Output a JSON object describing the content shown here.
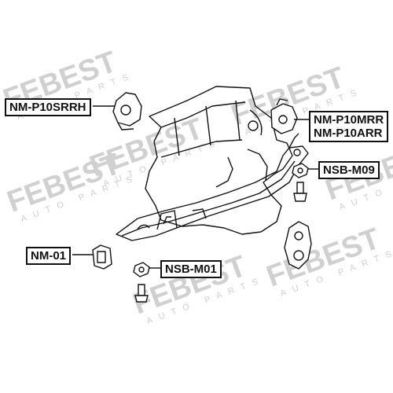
{
  "watermark": {
    "brand": "FEBEST",
    "tagline": "AUTO PARTS",
    "color": "#d0d0d0"
  },
  "callouts": {
    "nm_p10srrh": "NM-P10SRRH",
    "nm_p10mrr": "NM-P10MRR",
    "nm_p10arr": "NM-P10ARR",
    "nsb_m09": "NSB-M09",
    "nm_01": "NM-01",
    "nsb_m01": "NSB-M01"
  },
  "colors": {
    "line": "#111111",
    "background": "#ffffff"
  }
}
